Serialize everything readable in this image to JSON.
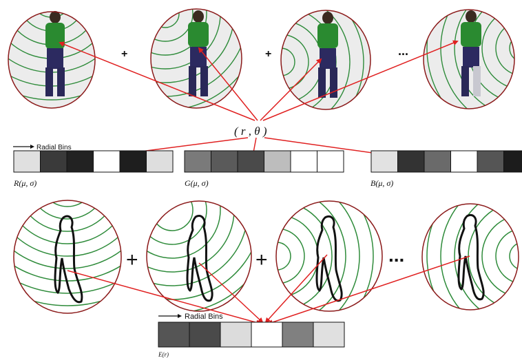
{
  "top_row": {
    "operators": [
      "+",
      "+",
      "..."
    ],
    "polar_label": "( r , θ )"
  },
  "radial_bins_label_top": "Radial Bins",
  "color_bars": [
    {
      "label": "R(μ, σ)",
      "cells": [
        "#e0e0e0",
        "#3a3a3a",
        "#222222",
        "#ffffff",
        "#1e1e1e",
        "#dedede"
      ]
    },
    {
      "label": "G(μ, σ)",
      "cells": [
        "#7a7a7a",
        "#5a5a5a",
        "#4a4a4a",
        "#bdbdbd",
        "#ffffff",
        "#ffffff"
      ]
    },
    {
      "label": "B(μ, σ)",
      "cells": [
        "#e2e2e2",
        "#333333",
        "#6a6a6a",
        "#ffffff",
        "#555555",
        "#1c1c1c"
      ]
    }
  ],
  "bottom_row": {
    "operators": [
      "+",
      "+",
      "..."
    ]
  },
  "radial_bins_label_bottom": "Radial Bins",
  "edge_bar": {
    "label": "E(r)",
    "cells": [
      "#555555",
      "#4a4a4a",
      "#dcdcdc",
      "#ffffff",
      "#808080",
      "#e0e0e0"
    ]
  },
  "colors": {
    "ring_border": "#8b1a1a",
    "arc_green": "#2e8b3a",
    "arrow_red": "#e02020"
  }
}
